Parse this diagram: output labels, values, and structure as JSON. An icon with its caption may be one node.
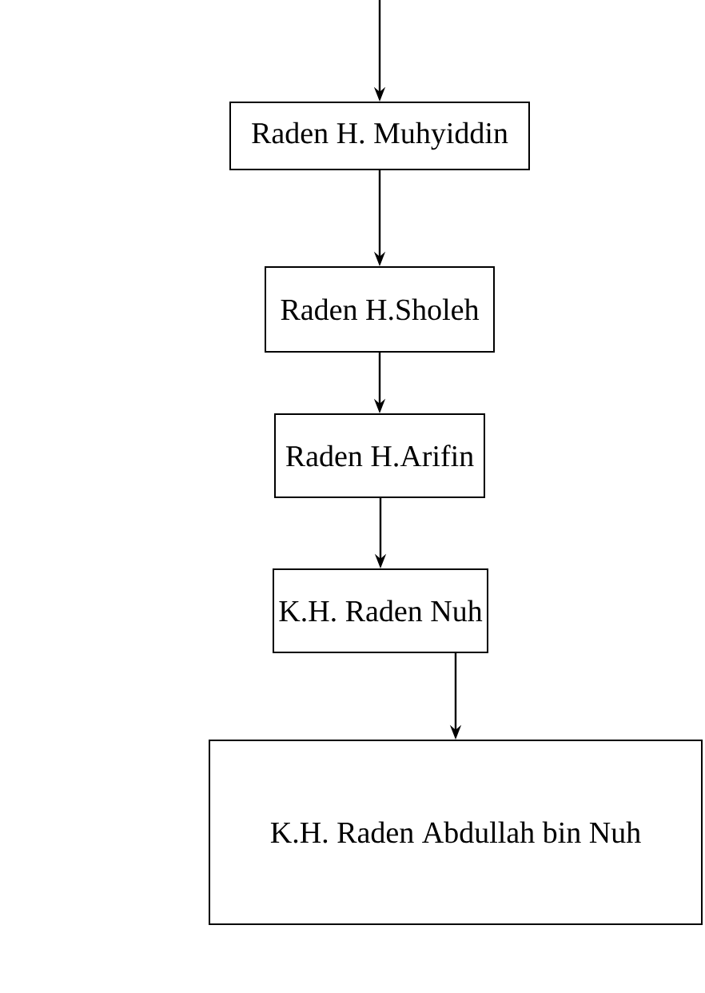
{
  "diagram": {
    "nodes": [
      {
        "text": [
          "Raden H. Muhyiddin"
        ]
      },
      {
        "text": [
          "Raden H.Sholeh"
        ]
      },
      {
        "text": [
          "Raden H.Arifin"
        ]
      },
      {
        "text": [
          "K.H. Raden Nuh"
        ]
      },
      {
        "text": [
          "K.H. Raden Abdullah bin Nuh"
        ]
      }
    ],
    "edges": [
      {
        "from": null,
        "to": 0,
        "arrow": "to"
      },
      {
        "from": 0,
        "to": 1,
        "arrow": "to"
      },
      {
        "from": 1,
        "to": 2,
        "arrow": "to"
      },
      {
        "from": 2,
        "to": 3,
        "arrow": "to"
      },
      {
        "from": 3,
        "to": 4,
        "arrow": "to"
      }
    ]
  }
}
